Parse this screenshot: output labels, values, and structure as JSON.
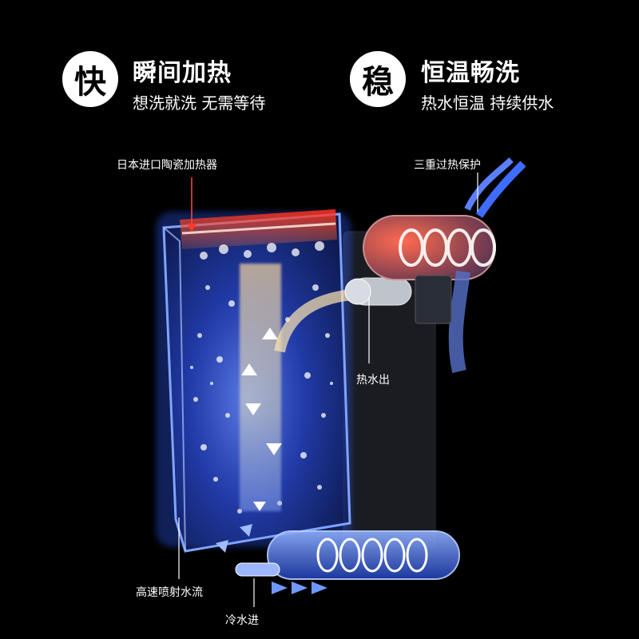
{
  "features": [
    {
      "badge": "快",
      "title": "瞬间加热",
      "subtitle": "想洗就洗 无需等待"
    },
    {
      "badge": "稳",
      "title": "恒温畅洗",
      "subtitle": "热水恒温 持续供水"
    }
  ],
  "callouts": {
    "heater": "日本进口陶瓷加热器",
    "protection": "三重过热保护",
    "hot_out": "热水出",
    "jet": "高速喷射水流",
    "cold_in": "冷水进"
  },
  "colors": {
    "background": "#000000",
    "cold_blue": "#2f6bff",
    "hot_red": "#ff3a2a",
    "glow_orange": "#ffb070"
  }
}
